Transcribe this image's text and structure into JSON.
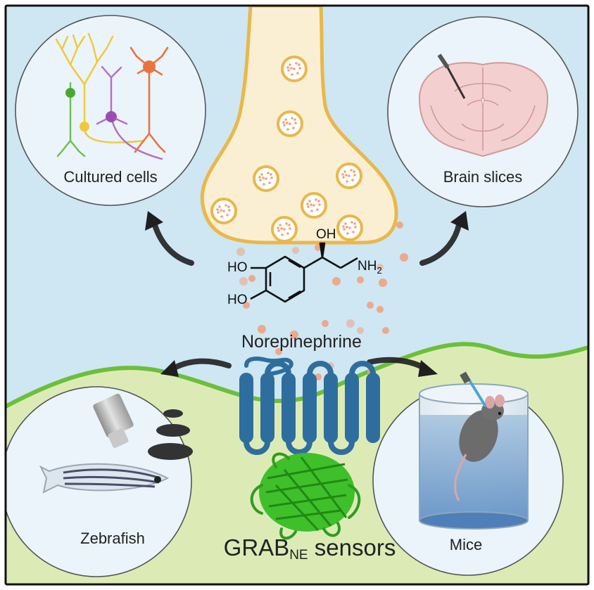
{
  "panels": {
    "cultured_cells": "Cultured cells",
    "brain_slices": "Brain slices",
    "zebrafish": "Zebrafish",
    "mice": "Mice"
  },
  "molecule": {
    "name": "Norepinephrine",
    "groups": {
      "hydroxyl_top": "OH",
      "amine": "NH",
      "amine_sub": "2",
      "ho_upper": "HO",
      "ho_lower": "HO"
    }
  },
  "sensor": {
    "name_main": "GRAB",
    "name_sub": "NE",
    "name_suffix": " sensors"
  },
  "colors": {
    "sky": "#cfe6f3",
    "ground": "#dcebb6",
    "ground_edge": "#6cbf3a",
    "terminal_fill": "#fbefd3",
    "terminal_edge": "#e8b84a",
    "transmitter": "#f0a27e",
    "receptor": "#2e6e9e",
    "gfp": "#3fbf2a",
    "arrow": "#1f1f1f"
  },
  "icons": [
    "neuron-icon",
    "brain-slice-icon",
    "zebrafish-icon",
    "microscope-objective-icon",
    "mouse-icon",
    "water-tank-icon",
    "gpcr-receptor-icon",
    "cpgfp-icon"
  ]
}
